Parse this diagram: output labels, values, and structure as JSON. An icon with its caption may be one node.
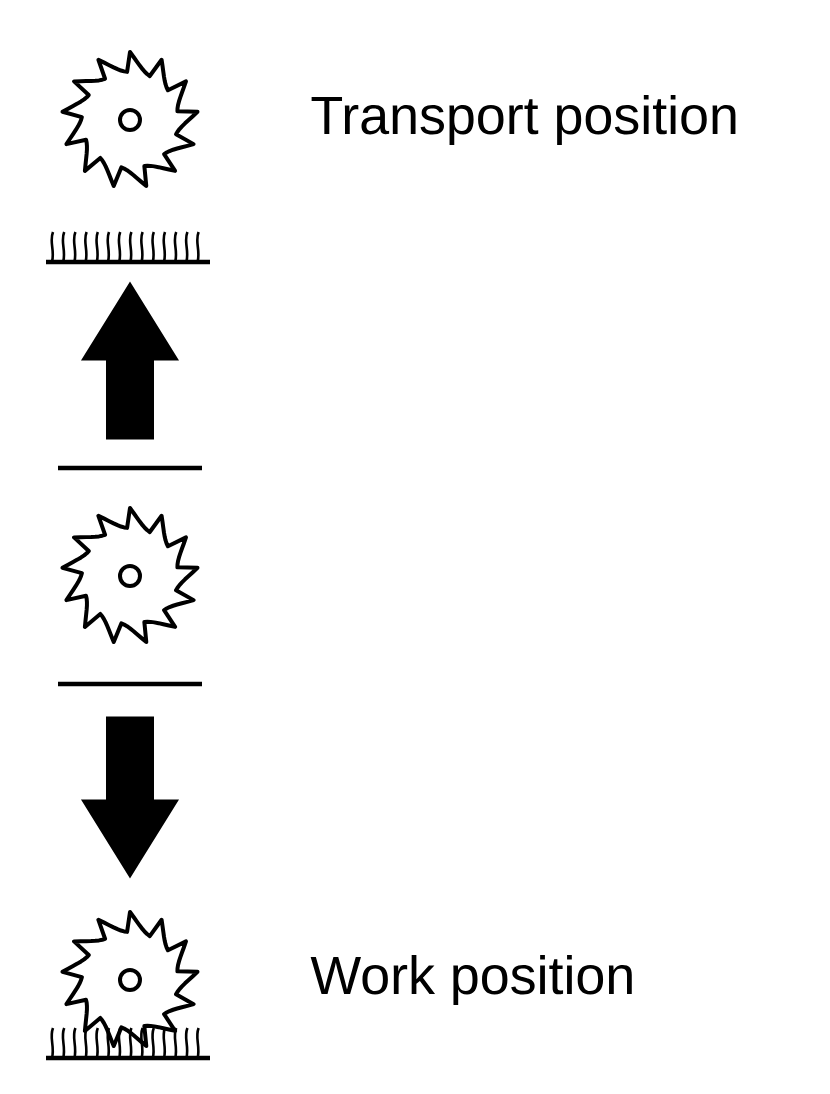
{
  "diagram": {
    "nodes": [
      {
        "text": [],
        "shape": "picture",
        "beside": [
          "Transport position"
        ]
      },
      {
        "text": [],
        "shape": "picture"
      },
      {
        "text": [],
        "shape": "picture",
        "beside": [
          "Work position"
        ]
      }
    ],
    "edges": [
      {
        "from": 1,
        "to": 0,
        "arrow": "to"
      },
      {
        "from": 1,
        "to": 2,
        "arrow": "to"
      }
    ]
  }
}
